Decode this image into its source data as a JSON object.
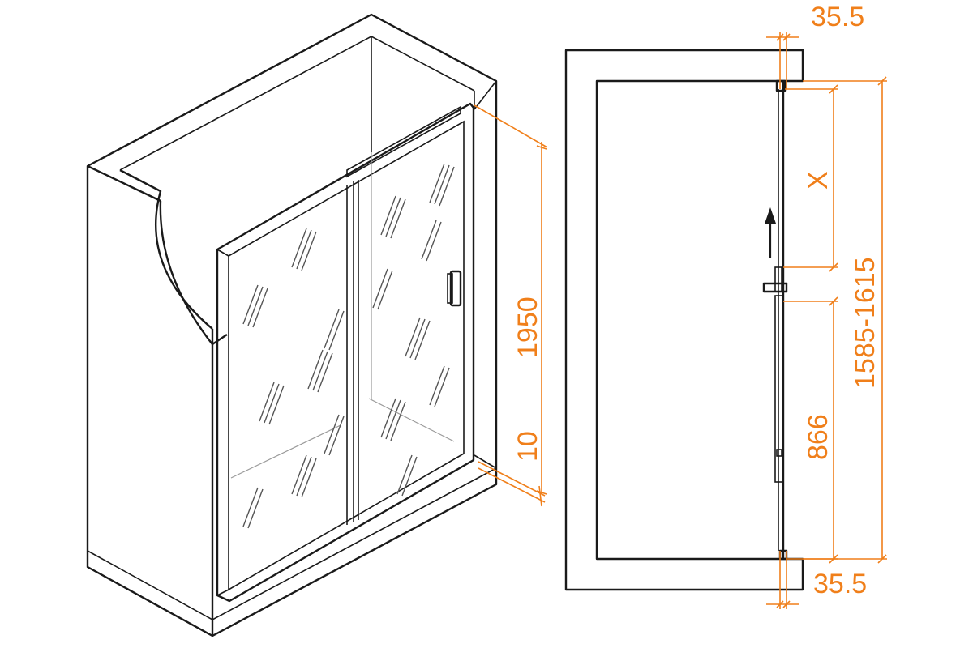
{
  "colors": {
    "dimension": "#F07F1A",
    "outline": "#1a1a1a",
    "background": "#ffffff"
  },
  "dimensions": {
    "height_total": "1950",
    "threshold": "10",
    "wall_top": "35.5",
    "wall_bottom": "35.5",
    "handle_gap": "X",
    "handle_height": "866",
    "overall_range": "1585-1615"
  },
  "icons": {
    "direction": "arrow-up-icon"
  }
}
